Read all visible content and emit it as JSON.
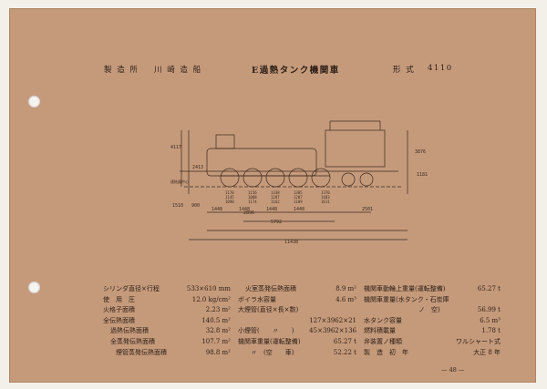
{
  "header": {
    "maker_label": "製 造 所",
    "maker": "川 崎 造 船",
    "title": "E過熱タンク機関車",
    "type_label": "形 式",
    "type": "4110"
  },
  "drawing": {
    "dims": {
      "height_left": "4117",
      "boiler_center": "2413",
      "height_right": "3876",
      "axle_height": "1181",
      "axle_cols": [
        [
          "1178",
          "1145",
          "1090"
        ],
        [
          "1156",
          "1088",
          "1174"
        ],
        [
          "1338",
          "1287",
          "1162"
        ],
        [
          "1305",
          "1287",
          "1189"
        ],
        [
          "1370",
          "1483",
          "1611"
        ]
      ],
      "rail_note": "連結器中心",
      "left_a": "1510",
      "left_b": "900",
      "spacing": [
        "1448",
        "1448",
        "1448",
        "1448"
      ],
      "rear_overhang": "2501",
      "rear_wheelbase": "2896",
      "rigid_wheelbase": "5792",
      "total_length": "11438"
    }
  },
  "specs": {
    "col1": [
      {
        "label": "シリンダ直径×行程",
        "value": "533×610 mm"
      },
      {
        "label": "使　用　圧",
        "value": "12.0 kg/cm²"
      },
      {
        "label": "火格子面積",
        "value": "2.23 m²"
      },
      {
        "label": "全伝熱面積",
        "value": "140.5 m²"
      },
      {
        "label": "過熱伝熱面積",
        "value": "32.8 m²"
      },
      {
        "label": "全蒸発伝熱面積",
        "value": "107.7 m²"
      },
      {
        "label": "煙管蒸発伝熱面積",
        "value": "98.8 m²"
      }
    ],
    "col2": [
      {
        "label": "火室蒸発伝熱面積",
        "value": "8.9 m²"
      },
      {
        "label": "ボイラ水容量",
        "value": "4.6 m³"
      },
      {
        "label": "大煙管(直径×長×数)",
        "value": ""
      },
      {
        "label": "",
        "value": "127×3962×21"
      },
      {
        "label": "小煙管(　　〃　　)",
        "value": "45×3962×136"
      },
      {
        "label": "機関車重量(運転整備)",
        "value": "65.27 t"
      },
      {
        "label": "〃　(空　　車)",
        "value": "52.22 t"
      }
    ],
    "col3": [
      {
        "label": "機関車動輪上重量(運転整備)",
        "value": "65.27 t"
      },
      {
        "label": "機関車重量(水タンク・石炭庫",
        "value": ""
      },
      {
        "label": "ノ　空)",
        "value": "56.99 t"
      },
      {
        "label": "水タンク容量",
        "value": "6.5 m³"
      },
      {
        "label": "燃料積載量",
        "value": "1.78 t"
      },
      {
        "label": "弁装置ノ種類",
        "value": "ワルシャート式"
      },
      {
        "label": "製　造　初　年",
        "value": "大正 8 年"
      }
    ]
  },
  "page_number": "— 48 —"
}
